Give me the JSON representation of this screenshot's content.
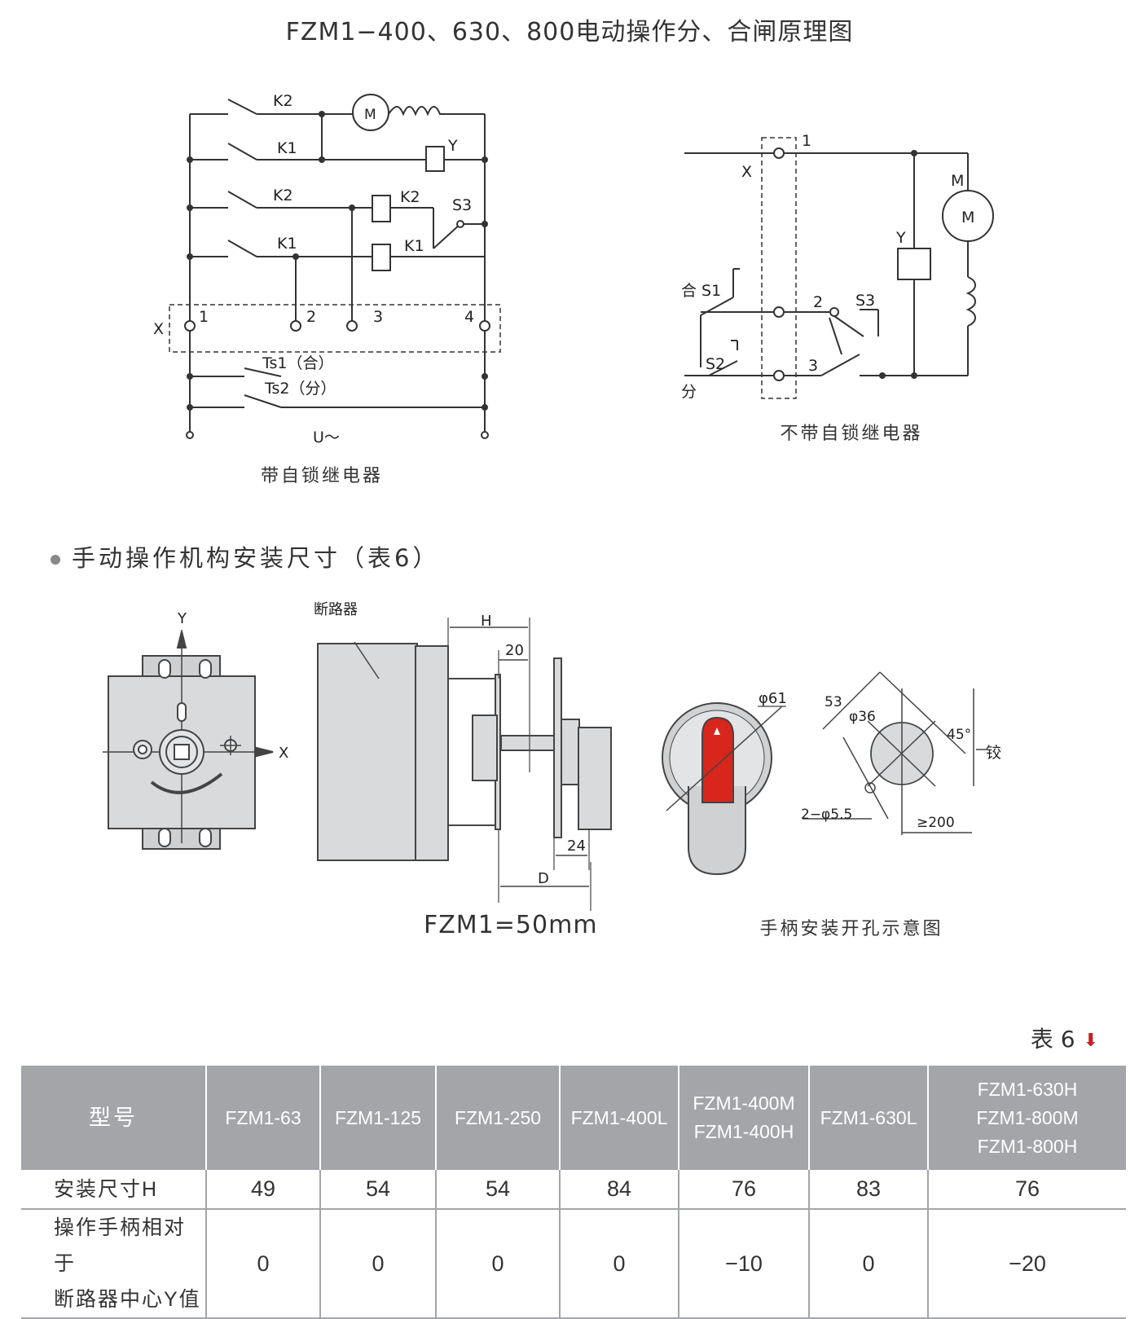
{
  "title": "FZM1−400、630、800电动操作分、合闸原理图",
  "circuit_left": {
    "labels": {
      "k2_top": "K2",
      "k1_top": "K1",
      "motor": "M",
      "coil_y": "Y",
      "k2_mid": "K2",
      "k2_coil": "K2",
      "s3": "S3",
      "k1_mid": "K1",
      "k1_coil": "K1",
      "x": "X",
      "t1": "1",
      "t2": "2",
      "t3": "3",
      "t4": "4",
      "ts1": "Ts1（合）",
      "ts2": "Ts2（分）",
      "supply": "U～"
    },
    "caption": "带自锁继电器"
  },
  "circuit_right": {
    "labels": {
      "t1": "1",
      "x": "X",
      "m_label": "M",
      "motor": "M",
      "y": "Y",
      "he_s1": "合 S1",
      "t2": "2",
      "s3": "S3",
      "s2": "S2",
      "t3": "3",
      "fen": "分"
    },
    "caption": "不带自锁继电器"
  },
  "section_heading": "手动操作机构安装尺寸（表6）",
  "mech": {
    "front_x": "X",
    "front_y": "Y",
    "side_breaker": "断路器",
    "side_h": "H",
    "side_20": "20",
    "side_24": "24",
    "side_d": "D",
    "formula": "FZM1=50mm",
    "handle_phi": "φ61"
  },
  "hole": {
    "d53": "53",
    "d36": "φ36",
    "angle": "45°",
    "hinge": "铰链",
    "holes": "2−φ5.5",
    "min": "≥200",
    "caption": "手柄安装开孔示意图"
  },
  "table_label": "表 6",
  "table": {
    "header_first": "型号",
    "headers": [
      "FZM1-63",
      "FZM1-125",
      "FZM1-250",
      "FZM1-400L",
      "FZM1-400M\nFZM1-400H",
      "FZM1-630L",
      "FZM1-630H\nFZM1-800M\nFZM1-800H"
    ],
    "rows": [
      {
        "label": "安装尺寸H",
        "values": [
          "49",
          "54",
          "54",
          "84",
          "76",
          "83",
          "76"
        ]
      },
      {
        "label": "操作手柄相对于\n断路器中心Y值",
        "values": [
          "0",
          "0",
          "0",
          "0",
          "−10",
          "0",
          "−20"
        ]
      }
    ]
  },
  "colors": {
    "header_bg": "#a3a5a8",
    "handle_red": "#d9261c",
    "accent": "#c8201f",
    "panel_gray": "#d9dadb"
  }
}
